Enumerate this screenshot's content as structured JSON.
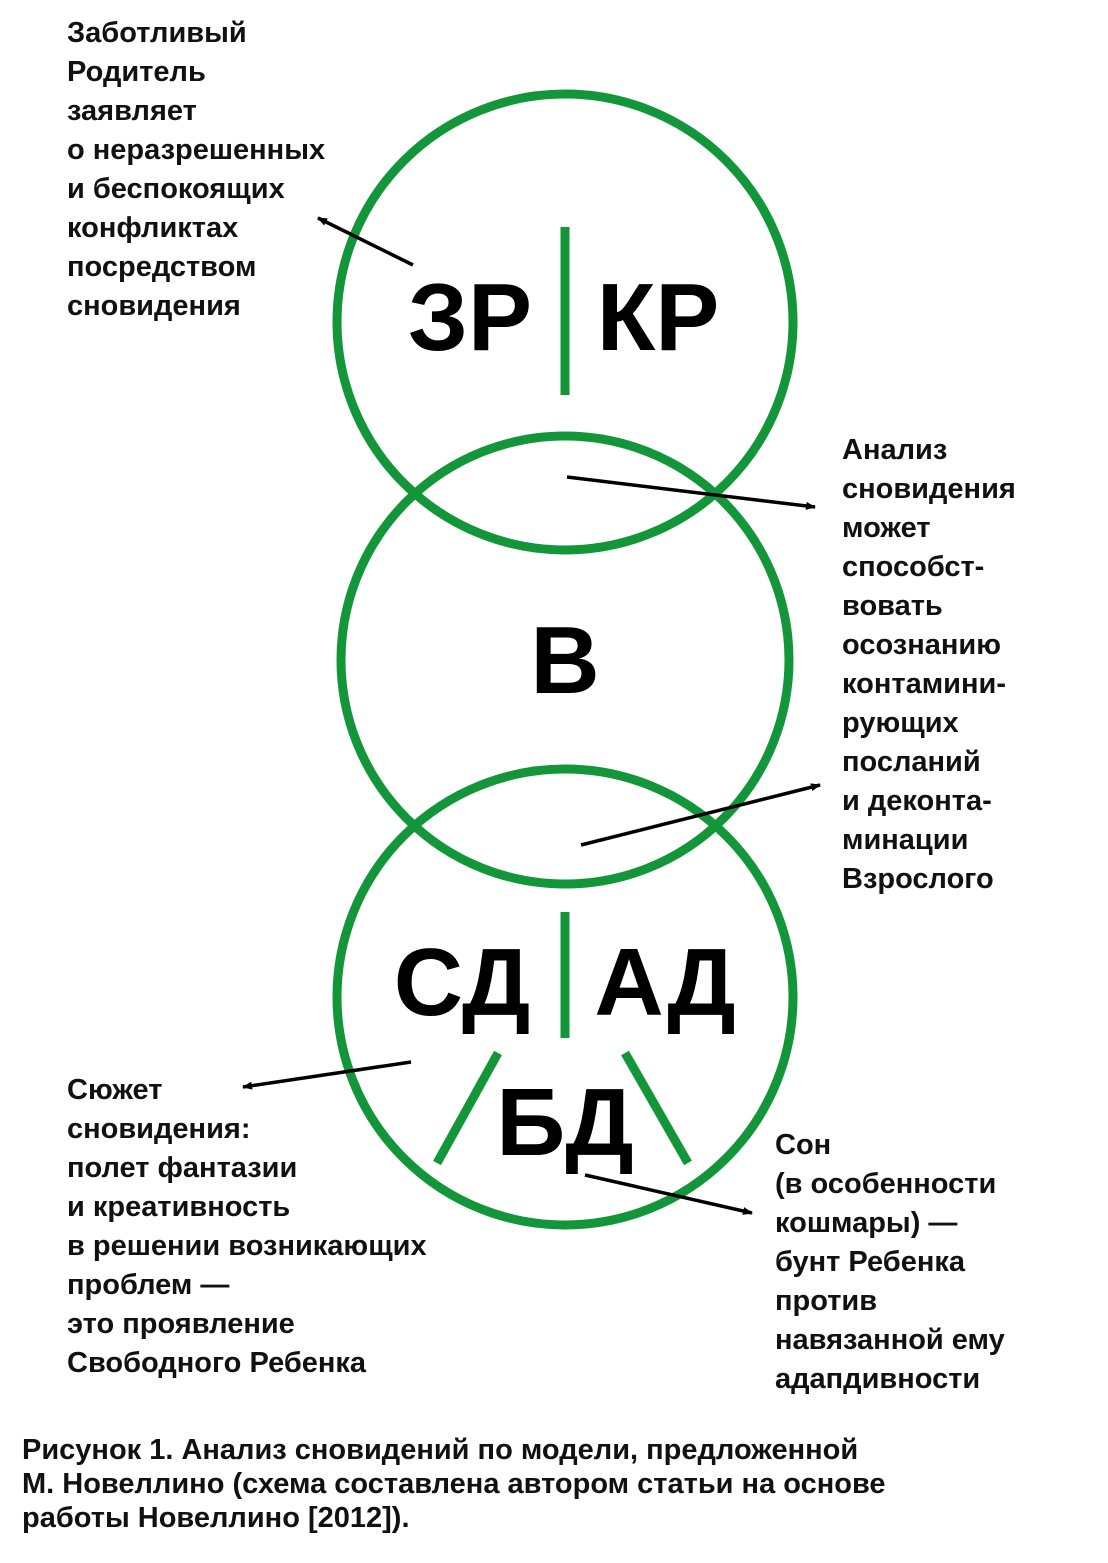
{
  "colors": {
    "circle": "#129639",
    "arrow": "#000000"
  },
  "diagram": {
    "labels": {
      "zr": "ЗР",
      "kr": "КР",
      "v": "В",
      "sd": "СД",
      "ad": "АД",
      "bd": "БД"
    },
    "note_parent": [
      "Заботливый",
      "Родитель",
      "заявляет",
      "о неразрешенных",
      "и беспокоящих",
      "конфликтах",
      "посредством",
      "сновидения"
    ],
    "note_adult": [
      "Анализ",
      "сновидения",
      "может",
      "способст-",
      "вовать",
      "осознанию",
      "контамини-",
      "рующих",
      "посланий",
      "и деконта-",
      "минации",
      "Взрослого"
    ],
    "note_free_child": [
      "Сюжет",
      "сновидения:",
      "полет фантазии",
      "и креативность",
      "в решении возникающих",
      "проблем —",
      "это проявление",
      "Свободного Ребенка"
    ],
    "note_rebel_child": [
      "Сон",
      "(в особенности",
      "кошмары) —",
      "бунт Ребенка",
      "против",
      "навязанной ему",
      "адапдивности"
    ]
  },
  "caption": [
    "Рисунок 1. Анализ сновидений по модели, предложенной",
    "М. Новеллино (схема составлена автором статьи на основе",
    "работы Новеллино [2012])."
  ]
}
